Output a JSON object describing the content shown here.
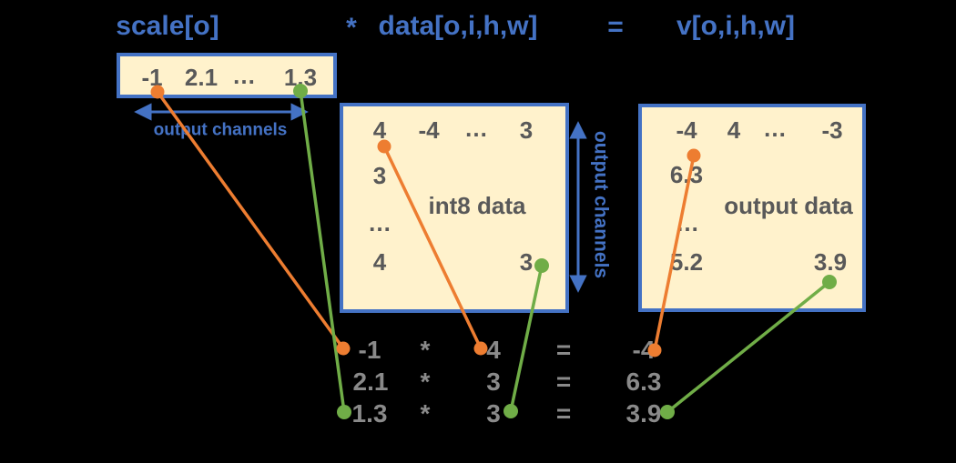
{
  "colors": {
    "background": "#000000",
    "accent_blue": "#4472C4",
    "box_fill": "#FFF2CC",
    "orange_marker": "#ED7D31",
    "green_marker": "#70AD47",
    "box_text_gray": "#595959",
    "equation_text_gray": "#8A8A8A"
  },
  "title": {
    "scale": "scale[o]",
    "multiply": "*",
    "data": "data[o,i,h,w]",
    "equals": "=",
    "v": "v[o,i,h,w]"
  },
  "scale_box": {
    "values": [
      "-1",
      "2.1",
      "…",
      "1.3"
    ],
    "axis_label": "output channels"
  },
  "int8_box": {
    "label": "int8 data",
    "top_row": [
      "4",
      "-4",
      "…",
      "3"
    ],
    "left_column": [
      "3",
      "…",
      "4"
    ],
    "bottom_right_value": "3",
    "axis_label": "output channels"
  },
  "output_box": {
    "label": "output data",
    "top_row": [
      "-4",
      "4",
      "…",
      "-3"
    ],
    "left_column": [
      "6.3",
      "…",
      "5.2"
    ],
    "bottom_right_value": "3.9"
  },
  "equations": {
    "rows": [
      {
        "scale": "-1",
        "op": "*",
        "data": "4",
        "eq": "=",
        "result": "-4"
      },
      {
        "scale": "2.1",
        "op": "*",
        "data": "3",
        "eq": "=",
        "result": "6.3"
      },
      {
        "scale": "1.3",
        "op": "*",
        "data": "3",
        "eq": "=",
        "result": "3.9"
      }
    ]
  }
}
